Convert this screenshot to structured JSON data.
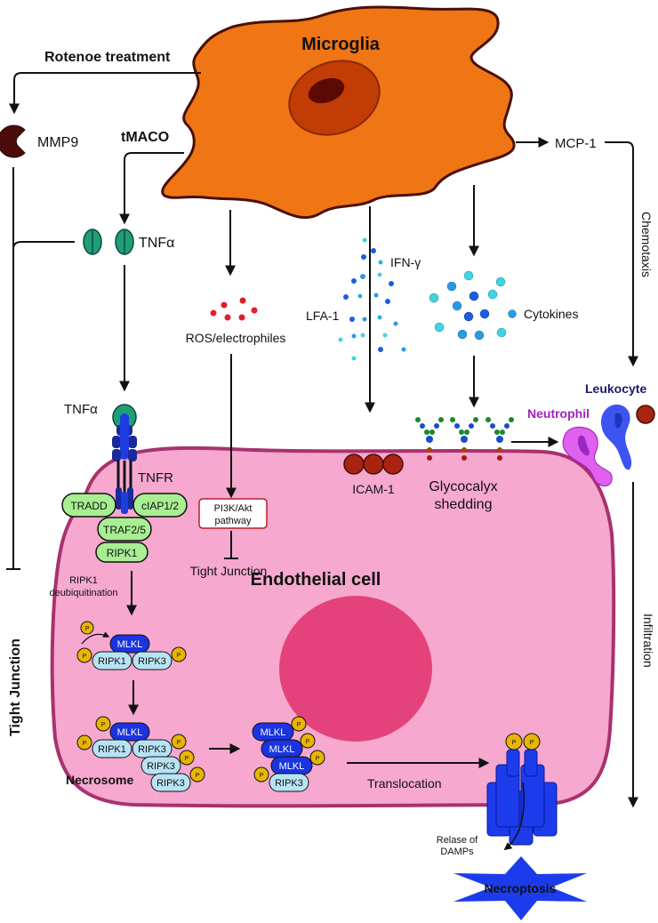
{
  "title": "Microglia-mediated endothelial necroptosis pathway",
  "colors": {
    "microglia_fill": "#f07514",
    "microglia_outline": "#4a1006",
    "nucleus_outer": "#c23c05",
    "nucleus_inner": "#5a0a02",
    "endothelial_fill": "#f6a8cf",
    "endothelial_outline": "#a8326e",
    "endo_nucleus": "#e4427a",
    "protein_green": "#a8ee92",
    "mlkl_blue": "#1a34e0",
    "ripk_light_blue": "#b7e3f4",
    "phosphate_yellow": "#e8b500",
    "ros_red": "#e01e2c",
    "mmp9_dark": "#4a0c0a",
    "tnf_teal": "#1f9e7a",
    "icam_red": "#a92410",
    "neutrophil_magenta": "#e060f0",
    "leukocyte_blue": "#3d55f0",
    "pore_blue": "#1c3cec",
    "necroptosis_star": "#1c3cec"
  },
  "cells": {
    "microglia": "Microglia",
    "endothelial": "Endothelial cell"
  },
  "labels": {
    "rotenone": "Rotenoe treatment",
    "mmp9": "MMP9",
    "tmaco": "tMACO",
    "tnfa_top": "TNFα",
    "tnfa_receptor_ligand": "TNFα",
    "tnfr": "TNFR",
    "tradd": "TRADD",
    "ciap": "cIAP1/2",
    "traf": "TRAF2/5",
    "ripk1": "RIPK1",
    "ripk1_deub_line1": "RIPK1",
    "ripk1_deub_line2": "deubiquitination",
    "ros": "ROS/electrophiles",
    "pi3k_line1": "PI3K/Akt",
    "pi3k_line2": "pathway",
    "tight_junction_inner": "Tight Junction",
    "tight_junction_left": "Tight Junction",
    "lfa1": "LFA-1",
    "ifng": "IFN-γ",
    "cytokines": "Cytokines",
    "mcp1": "MCP-1",
    "chemotaxis": "Chemotaxis",
    "icam1": "ICAM-1",
    "glyco_line1": "Glycocalyx",
    "glyco_line2": "shedding",
    "neutrophil": "Neutrophil",
    "leukocyte": "Leukocyte",
    "infiltration": "Infiltration",
    "necrosome": "Necrosome",
    "translocation": "Translocation",
    "release_line1": "Relase of",
    "release_line2": "DAMPs",
    "necroptosis": "Necroptosis",
    "mlkl": "MLKL",
    "ripk3": "RIPK3",
    "p": "P"
  }
}
